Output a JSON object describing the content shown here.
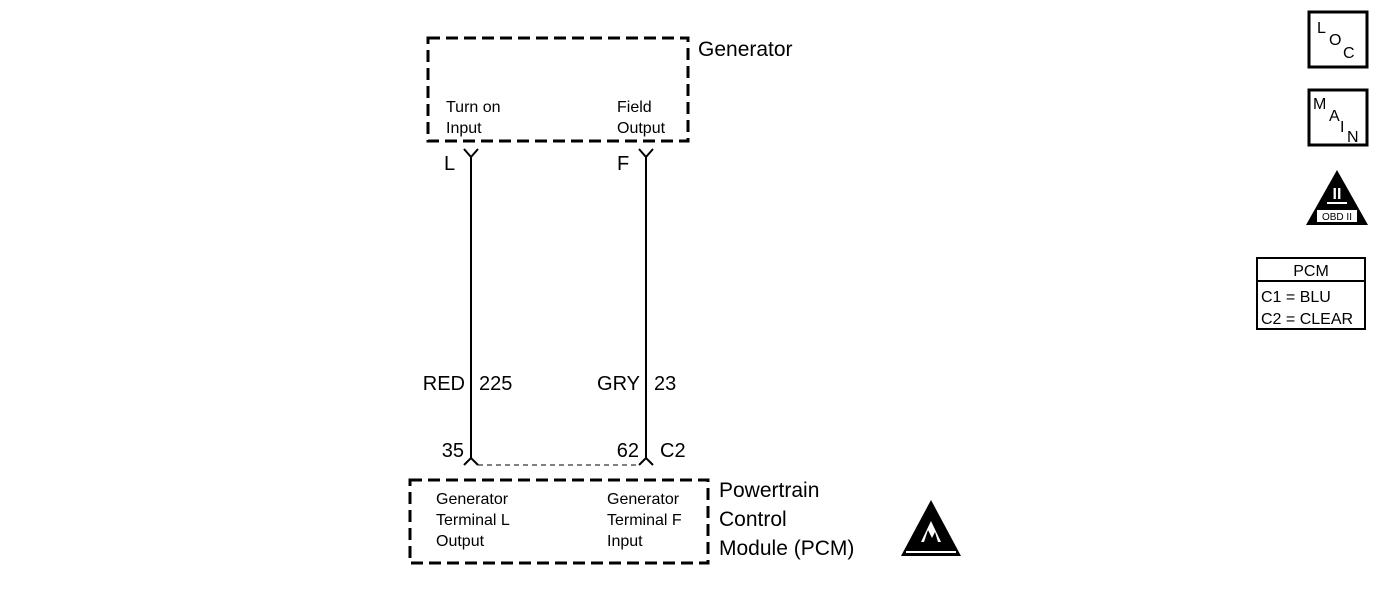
{
  "generator": {
    "title": "Generator",
    "pin_left_label": [
      "Turn on",
      "Input"
    ],
    "pin_right_label": [
      "Field",
      "Output"
    ],
    "terminal_left": "L",
    "terminal_right": "F"
  },
  "wires": [
    {
      "color": "RED",
      "circuit": "225",
      "pcm_pin": "35"
    },
    {
      "color": "GRY",
      "circuit": "23",
      "pcm_pin": "62"
    }
  ],
  "pcm_connector": "C2",
  "pcm": {
    "title": [
      "Powertrain",
      "Control",
      "Module (PCM)"
    ],
    "pin_left_label": [
      "Generator",
      "Terminal L",
      "Output"
    ],
    "pin_right_label": [
      "Generator",
      "Terminal F",
      "Input"
    ]
  },
  "icons": {
    "loc": [
      "L",
      "O",
      "C"
    ],
    "main": [
      "M",
      "A",
      "I",
      "N"
    ],
    "obd": {
      "numeral": "II",
      "caption": "OBD II"
    },
    "esd": "esd-warning-icon"
  },
  "connector_table": {
    "title": "PCM",
    "rows": [
      "C1 = BLU",
      "C2 = CLEAR"
    ]
  }
}
